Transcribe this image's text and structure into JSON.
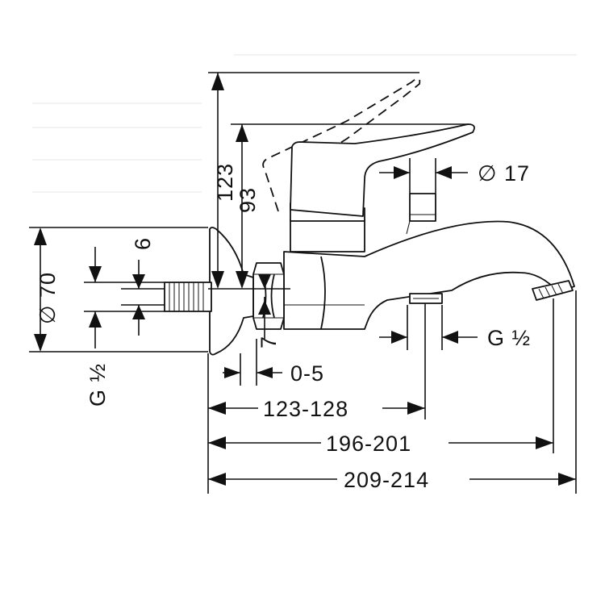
{
  "dimensions": {
    "height_lever_raised": "123",
    "height_lever": "93",
    "flange_diameter": "∅ 70",
    "small_dim": "6",
    "thread_inlet": "G ½",
    "gap": "7",
    "adjust_range": "0-5",
    "outlet_position": "123-128",
    "spout_reach": "196-201",
    "overall_length": "209-214",
    "diverter_diameter": "∅ 17",
    "thread_outlet": "G ½"
  },
  "colors": {
    "line": "#111111",
    "background": "#ffffff"
  }
}
